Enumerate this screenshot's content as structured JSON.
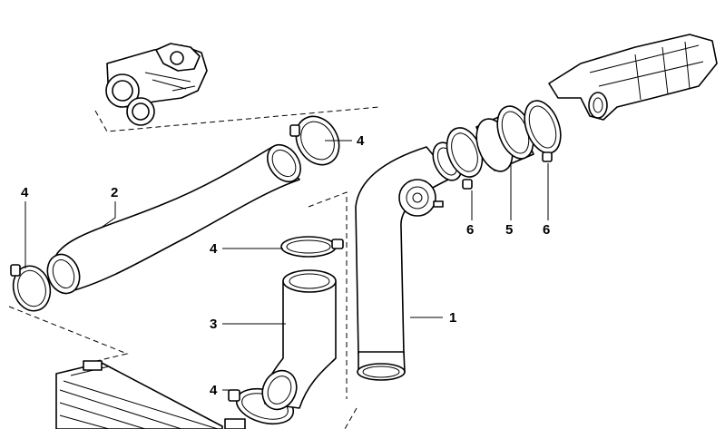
{
  "diagram": {
    "callouts": [
      {
        "id": "c1",
        "text": "1"
      },
      {
        "id": "c2",
        "text": "2"
      },
      {
        "id": "c3",
        "text": "3"
      },
      {
        "id": "c4a",
        "text": "4"
      },
      {
        "id": "c4b",
        "text": "4"
      },
      {
        "id": "c4c",
        "text": "4"
      },
      {
        "id": "c4d",
        "text": "4"
      },
      {
        "id": "c5",
        "text": "5"
      },
      {
        "id": "c6a",
        "text": "6"
      },
      {
        "id": "c6b",
        "text": "6"
      }
    ]
  }
}
